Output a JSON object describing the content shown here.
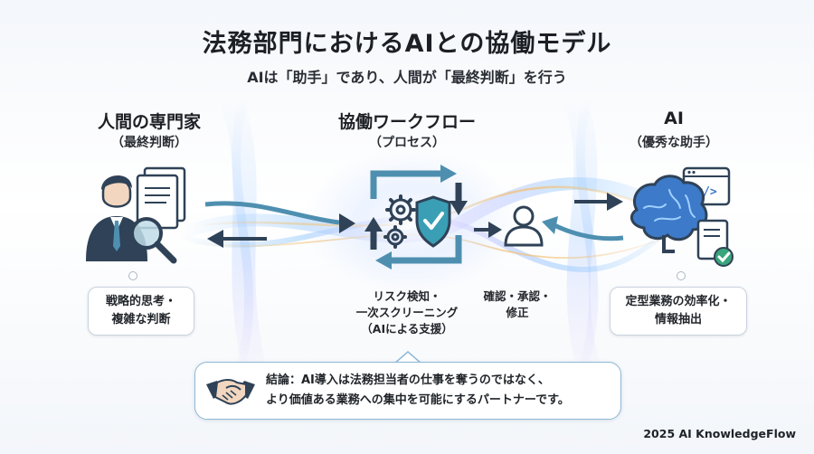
{
  "title": "法務部門におけるAIとの協働モデル",
  "subtitle": "AIは「助手」であり、人間が「最終判断」を行う",
  "left": {
    "heading": "人間の専門家",
    "subheading": "（最終判断）",
    "bubble_line1": "戦略的思考・",
    "bubble_line2": "複雑な判断"
  },
  "center": {
    "heading": "協働ワークフロー",
    "subheading": "（プロセス）",
    "caption_left_line1": "リスク検知・",
    "caption_left_line2": "一次スクリーニング",
    "caption_left_line3": "（AIによる支援）",
    "caption_right_line1": "確認・承認・",
    "caption_right_line2": "修正"
  },
  "right": {
    "heading": "AI",
    "subheading": "（優秀な助手）",
    "bubble_line1": "定型業務の効率化・",
    "bubble_line2": "情報抽出",
    "code_glyph": "</>"
  },
  "conclusion": {
    "line1": "結論：AI導入は法務担当者の仕事を奪うのではなく、",
    "line2": "より価値ある業務への集中を可能にするパートナーです。"
  },
  "footer": "2025 AI KnowledgeFlow",
  "colors": {
    "dark_navy": "#2f4257",
    "teal_arrow": "#4e8fb0",
    "shield_teal": "#3a9fb5",
    "glow_blue": "#7fb6ff",
    "glow_purple": "#c9a6ff",
    "brain_blue": "#3d7ac9",
    "check_green": "#3aa57a"
  }
}
